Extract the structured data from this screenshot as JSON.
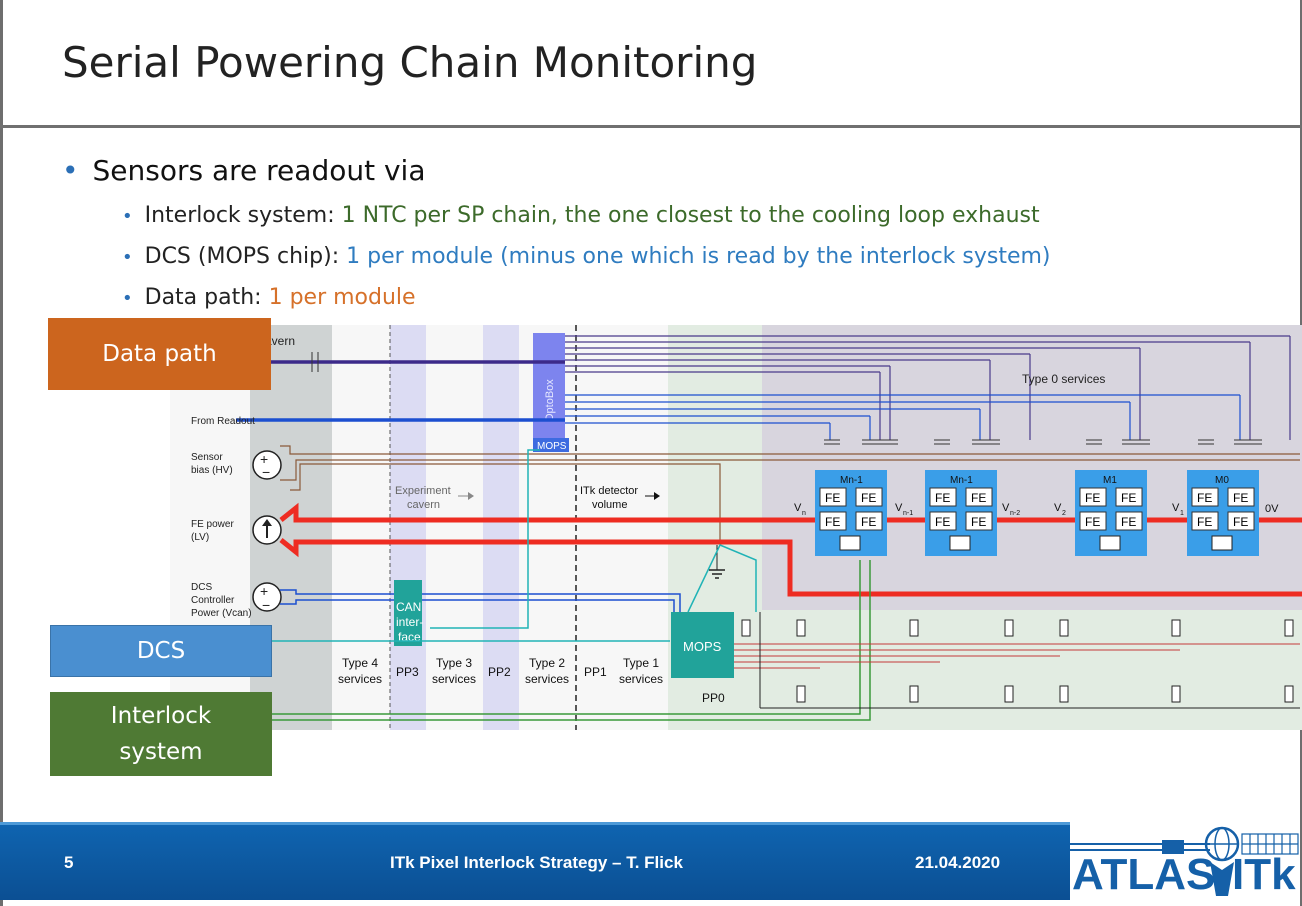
{
  "slide": {
    "title": "Serial Powering Chain Monitoring",
    "bullet1": "Sensors are readout via",
    "sub": [
      {
        "label": "Interlock system: ",
        "detail": "1 NTC per SP chain, the one closest to the cooling loop exhaust"
      },
      {
        "label": "DCS (MOPS chip): ",
        "detail": "1 per module (minus one which is read by the interlock system)"
      },
      {
        "label": "Data path: ",
        "detail": "1 per module"
      }
    ],
    "boxes": {
      "data_path": "Data path",
      "dcs": "DCS",
      "interlock_line1": "Interlock",
      "interlock_line2": "system"
    }
  },
  "diagram": {
    "cavern_fragment": "avern",
    "from_readout": "From Readout",
    "sensor_bias_1": "Sensor",
    "sensor_bias_2": "bias (HV)",
    "fe_power_1": "FE power",
    "fe_power_2": "(LV)",
    "dcs_ctrl_1": "DCS",
    "dcs_ctrl_2": "Controller",
    "dcs_ctrl_3": "Power (Vcan)",
    "experiment_1": "Experiment",
    "experiment_2": "cavern",
    "itk_1": "ITk detector",
    "itk_2": "volume",
    "optobox": "OptoBox",
    "mops_small": "MOPS",
    "can_1": "CAN",
    "can_2": "inter-",
    "can_3": "face",
    "mops": "MOPS",
    "type0": "Type 0 services",
    "type4_1": "Type 4",
    "type4_2": "services",
    "pp3": "PP3",
    "type3_1": "Type 3",
    "type3_2": "services",
    "pp2": "PP2",
    "type2_1": "Type 2",
    "type2_2": "services",
    "pp1": "PP1",
    "type1_1": "Type 1",
    "type1_2": "services",
    "pp0": "PP0",
    "fe": "FE",
    "modules": [
      "Mn-1",
      "Mn-1",
      "M1",
      "M0"
    ],
    "v_n": "V",
    "v_n_sub": "n",
    "v_n1_sub": "n-1",
    "v_n2_sub": "n-2",
    "v_2_sub": "2",
    "v_1_sub": "1",
    "zero_v": "0V"
  },
  "footer": {
    "page": "5",
    "title": "ITk Pixel Interlock Strategy – T. Flick",
    "date": "21.04.2020",
    "logo_left": "ATLAS",
    "logo_right": "ITk"
  },
  "colors": {
    "data_path": "#cc651e",
    "dcs": "#4a8fd0",
    "interlock": "#4f7a34",
    "footer": "#0f64b0",
    "accent": "#2b6fb6"
  }
}
